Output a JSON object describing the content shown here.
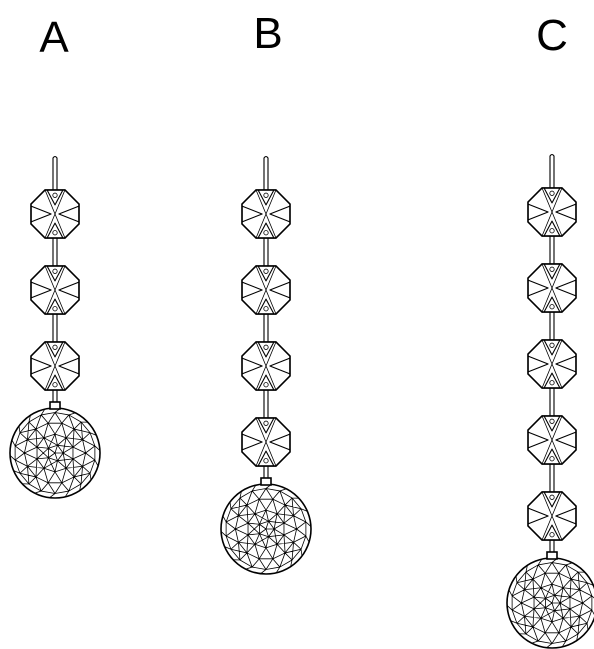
{
  "figure": {
    "chains": [
      {
        "label": "A",
        "octagon_beads": 3
      },
      {
        "label": "B",
        "octagon_beads": 4
      },
      {
        "label": "C",
        "octagon_beads": 5
      }
    ],
    "colors": {
      "stroke": "#000000",
      "background": "#ffffff"
    }
  }
}
